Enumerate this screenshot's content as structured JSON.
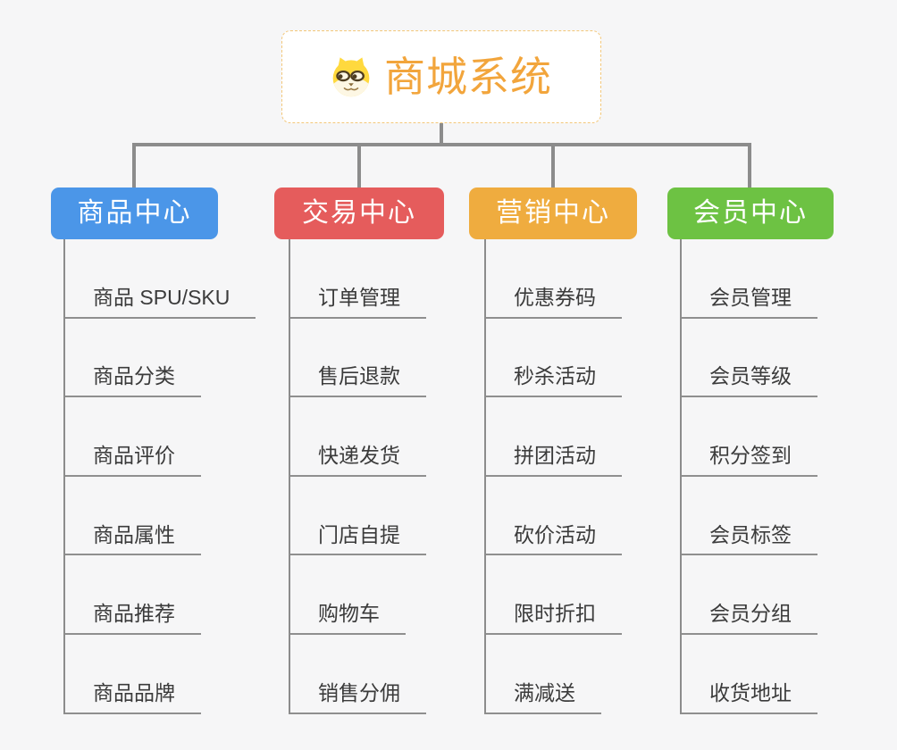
{
  "colors": {
    "bg": "#f6f6f7",
    "line": "#8c8c8c",
    "leaf_line": "#8f8f8f",
    "leaf_text": "#3b3b3b",
    "root_text": "#F2A53C",
    "root_border": "#F3C779",
    "root_bg": "#ffffff",
    "node_text": "#ffffff"
  },
  "root": {
    "title": "商城系统",
    "icon": "doge-icon"
  },
  "branches": [
    {
      "id": "product-center",
      "label": "商品中心",
      "color": "#4B96E8",
      "children": [
        "商品 SPU/SKU",
        "商品分类",
        "商品评价",
        "商品属性",
        "商品推荐",
        "商品品牌"
      ]
    },
    {
      "id": "trade-center",
      "label": "交易中心",
      "color": "#E55C5C",
      "children": [
        "订单管理",
        "售后退款",
        "快递发货",
        "门店自提",
        "购物车",
        "销售分佣"
      ]
    },
    {
      "id": "marketing-center",
      "label": "营销中心",
      "color": "#EFAC3F",
      "children": [
        "优惠券码",
        "秒杀活动",
        "拼团活动",
        "砍价活动",
        "限时折扣",
        "满减送"
      ]
    },
    {
      "id": "member-center",
      "label": "会员中心",
      "color": "#6DC243",
      "children": [
        "会员管理",
        "会员等级",
        "积分签到",
        "会员标签",
        "会员分组",
        "收货地址"
      ]
    }
  ]
}
